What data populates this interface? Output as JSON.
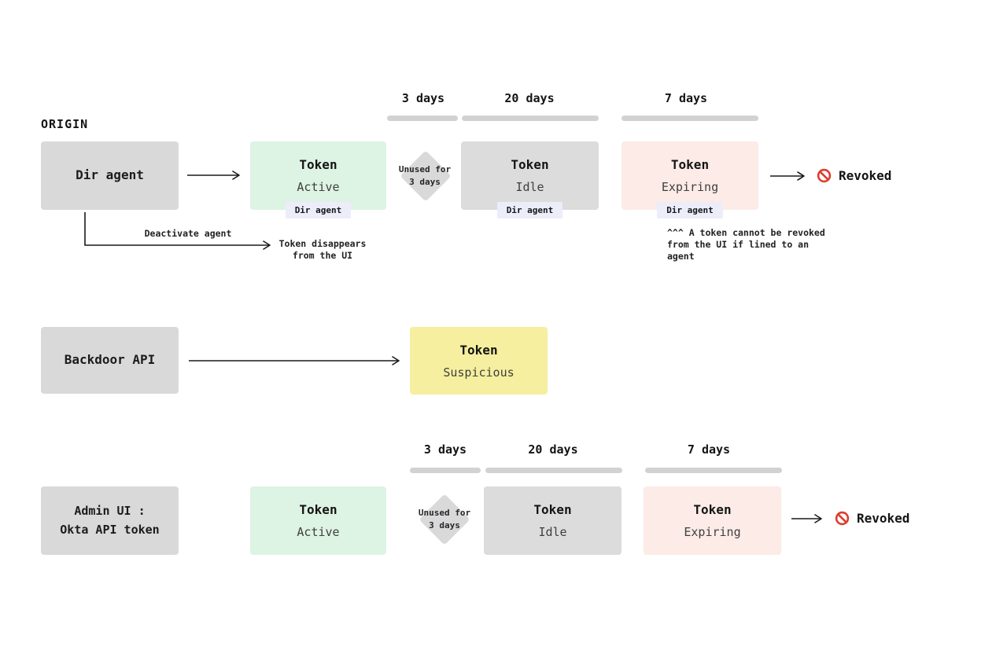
{
  "colors": {
    "box_gray": "#d9d9d9",
    "box_green": "#ddf3e3",
    "box_pink": "#fcebe6",
    "box_yellow": "#f5ef9f",
    "badge_bg": "#ecedf8",
    "timeline_bar": "#d2d2d2",
    "arrow": "#1a1a1a",
    "revoked_icon_red": "#e03b2c"
  },
  "origin": {
    "label": "ORIGIN"
  },
  "timeline_top": {
    "labels": [
      "3 days",
      "20 days",
      "7 days"
    ]
  },
  "timeline_bottom": {
    "labels": [
      "3 days",
      "20 days",
      "7 days"
    ]
  },
  "gate": {
    "text": "Unused for\n3 days"
  },
  "row_dir_agent": {
    "source": "Dir agent",
    "token_active": {
      "title": "Token",
      "state": "Active",
      "badge": "Dir agent"
    },
    "token_idle": {
      "title": "Token",
      "state": "Idle",
      "badge": "Dir agent"
    },
    "token_expiring": {
      "title": "Token",
      "state": "Expiring",
      "badge": "Dir agent"
    },
    "revoked_label": "Revoked",
    "deactivate_label": "Deactivate agent",
    "deactivate_result": "Token disappears\nfrom the UI",
    "note": "^^^ A token cannot be revoked\nfrom the UI if lined to an\nagent"
  },
  "row_backdoor": {
    "source": "Backdoor API",
    "token_suspicious": {
      "title": "Token",
      "state": "Suspicious"
    }
  },
  "row_admin": {
    "source": "Admin UI :\nOkta API token",
    "token_active": {
      "title": "Token",
      "state": "Active"
    },
    "token_idle": {
      "title": "Token",
      "state": "Idle"
    },
    "token_expiring": {
      "title": "Token",
      "state": "Expiring"
    },
    "revoked_label": "Revoked"
  }
}
